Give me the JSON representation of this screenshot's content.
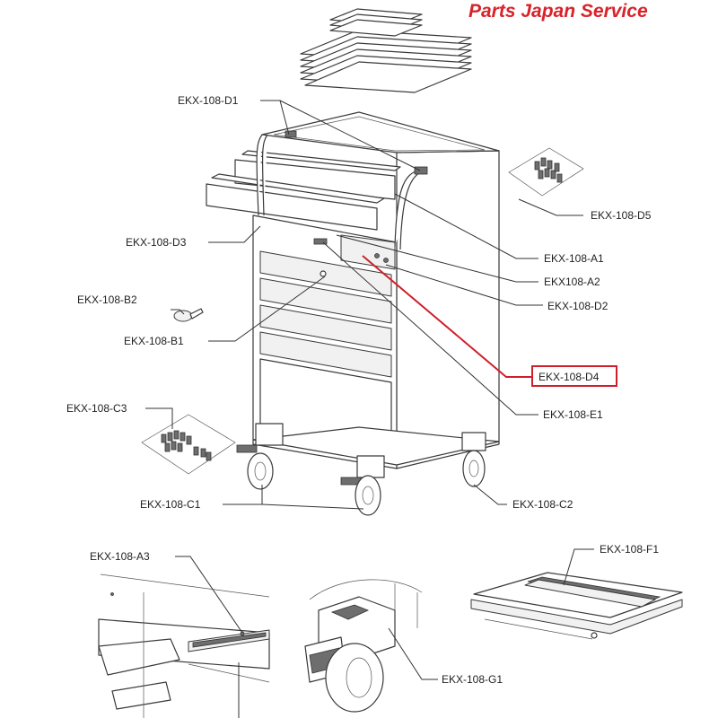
{
  "watermark": "Parts Japan Service",
  "highlight_color": "#d01f2a",
  "labels": {
    "d1": "EKX-108-D1",
    "d5": "EKX-108-D5",
    "d3": "EKX-108-D3",
    "a1": "EKX-108-A1",
    "a2": "EKX108-A2",
    "d2": "EKX-108-D2",
    "b2": "EKX-108-B2",
    "b1": "EKX-108-B1",
    "d4": "EKX-108-D4",
    "c3": "EKX-108-C3",
    "e1": "EKX-108-E1",
    "c1": "EKX-108-C1",
    "c2": "EKX-108-C2",
    "a3": "EKX-108-A3",
    "f1": "EKX-108-F1",
    "g1": "EKX-108-G1"
  }
}
